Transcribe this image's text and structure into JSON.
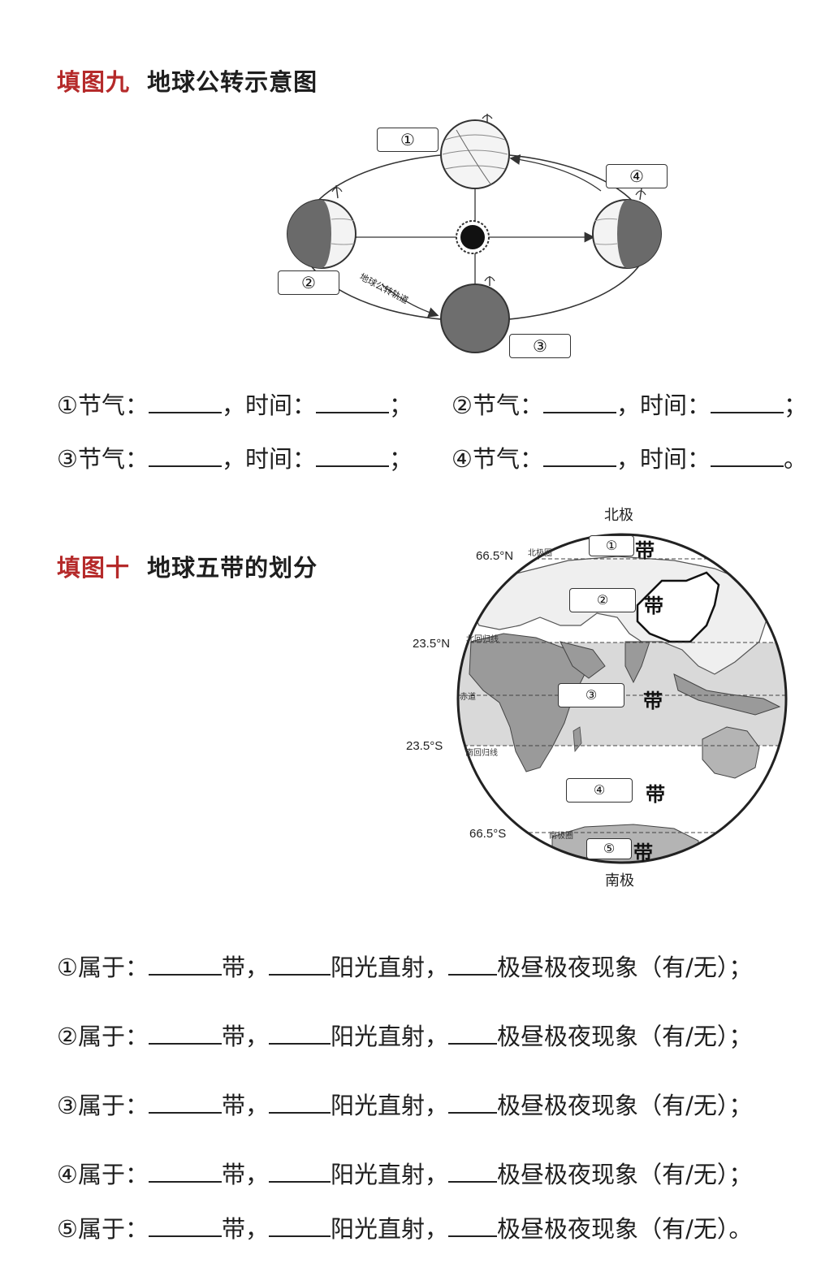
{
  "fig9": {
    "title_num": "填图九",
    "title_text": "地球公转示意图",
    "boxes": [
      "①",
      "②",
      "③",
      "④"
    ],
    "orbit_label": "地球公转轨道",
    "questions": [
      {
        "num": "①",
        "jieqi": "节气：",
        "shijian": "时间：",
        "end": "；"
      },
      {
        "num": "②",
        "jieqi": "节气：",
        "shijian": "时间：",
        "end": "；"
      },
      {
        "num": "③",
        "jieqi": "节气：",
        "shijian": "时间：",
        "end": "；"
      },
      {
        "num": "④",
        "jieqi": "节气：",
        "shijian": "时间：",
        "end": "。"
      }
    ],
    "comma": "，"
  },
  "fig10": {
    "title_num": "填图十",
    "title_text": "地球五带的划分",
    "north_pole": "北极",
    "south_pole": "南极",
    "lat_labels": [
      "66.5°N",
      "23.5°N",
      "23.5°S",
      "66.5°S"
    ],
    "line_labels": [
      "北极圈",
      "北回归线",
      "赤道",
      "南回归线",
      "南极圈"
    ],
    "boxes": [
      "①",
      "②",
      "③",
      "④",
      "⑤"
    ],
    "dai": "带",
    "rows": [
      {
        "num": "①",
        "end": "；"
      },
      {
        "num": "②",
        "end": "；"
      },
      {
        "num": "③",
        "end": "；"
      },
      {
        "num": "④",
        "end": "；"
      },
      {
        "num": "⑤",
        "end": "。"
      }
    ],
    "shuyu": "属于：",
    "dai_comma": "带，",
    "sun": "阳光直射，",
    "phen": "极昼极夜现象",
    "youwu": "（有/无）"
  }
}
